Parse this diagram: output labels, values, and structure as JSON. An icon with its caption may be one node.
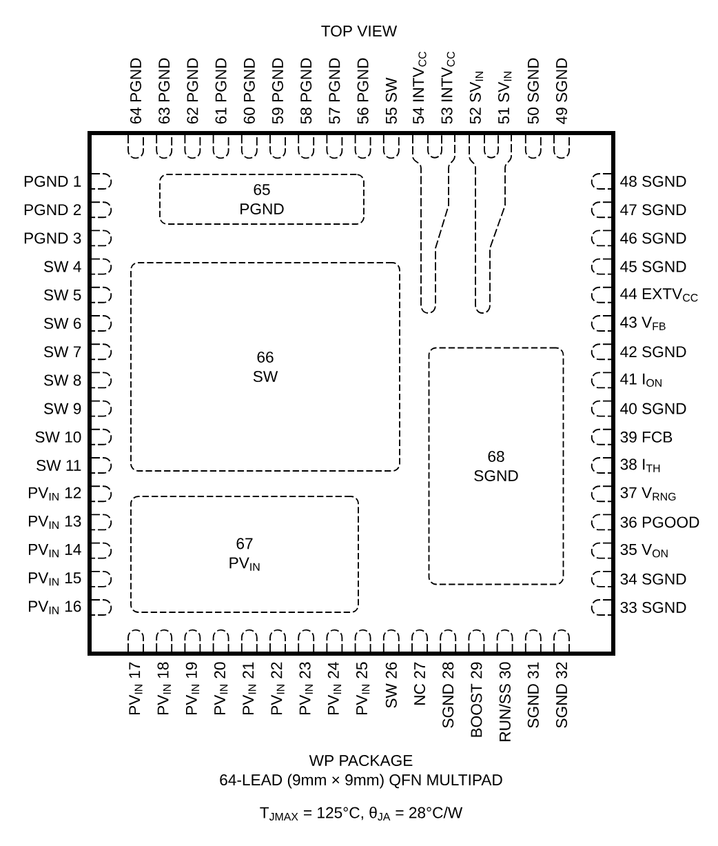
{
  "diagram": {
    "title": "TOP VIEW",
    "nodes": [
      {
        "text": [
          "65",
          "PGND"
        ]
      },
      {
        "text": [
          "66",
          "SW"
        ]
      },
      {
        "text": [
          "67",
          "PV$_{IN}$"
        ]
      },
      {
        "text": [
          "68",
          "SGND"
        ]
      }
    ],
    "labels": [
      "64 PGND",
      "63 PGND",
      "62 PGND",
      "61 PGND",
      "60 PGND",
      "59 PGND",
      "58 PGND",
      "57 PGND",
      "56 PGND",
      "55 SW",
      "54 INTV$_{CC}$",
      "53 INTV$_{CC}$",
      "52 SV$_{IN}$",
      "51 SV$_{IN}$",
      "50 SGND",
      "49 SGND",
      "PGND 1",
      "PGND 2",
      "PGND 3",
      "SW 4",
      "SW 5",
      "SW 6",
      "SW 7",
      "SW 8",
      "SW 9",
      "SW 10",
      "SW 11",
      "PV$_{IN}$ 12",
      "PV$_{IN}$ 13",
      "PV$_{IN}$ 14",
      "PV$_{IN}$ 15",
      "PV$_{IN}$ 16",
      "48 SGND",
      "47 SGND",
      "46 SGND",
      "45 SGND",
      "44 EXTV$_{CC}$",
      "43 V$_{FB}$",
      "42 SGND",
      "41 I$_{ON}$",
      "40 SGND",
      "39 FCB",
      "38 I$_{TH}$",
      "37 V$_{RNG}$",
      "36 PGOOD",
      "35 V$_{ON}$",
      "34 SGND",
      "33 SGND",
      "PV$_{IN}$ 17",
      "PV$_{IN}$ 18",
      "PV$_{IN}$ 19",
      "PV$_{IN}$ 20",
      "PV$_{IN}$ 21",
      "PV$_{IN}$ 22",
      "PV$_{IN}$ 23",
      "PV$_{IN}$ 24",
      "PV$_{IN}$ 25",
      "SW 26",
      "NC 27",
      "SGND 28",
      "BOOST 29",
      "RUN/SS 30",
      "SGND 31",
      "SGND 32",
      "WP PACKAGE",
      "64-LEAD (9mm × 9mm) QFN MULTIPAD",
      "T$_{JMAX}$ = 125°C, θ$_{JA}$ = 28°C/W"
    ]
  }
}
